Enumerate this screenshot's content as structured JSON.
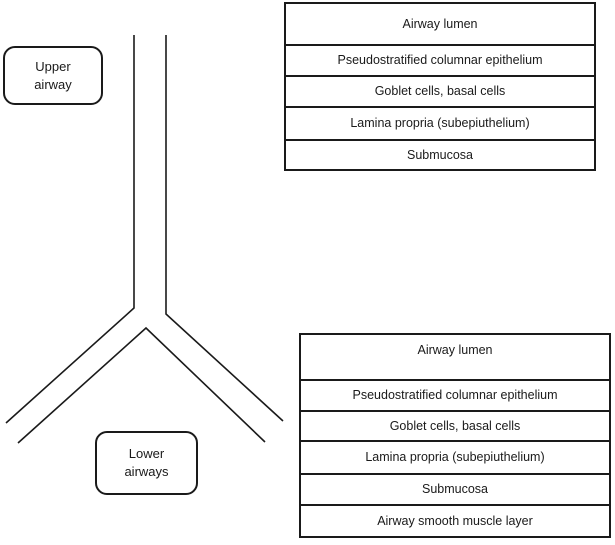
{
  "figure": {
    "colors": {
      "line": "#1a1a1a",
      "background": "#ffffff"
    },
    "upper_airway_box": {
      "line1": "Upper",
      "line2": "airway"
    },
    "lower_airways_box": {
      "line1": "Lower",
      "line2": "airways"
    },
    "upper_table": {
      "rows": [
        "Airway lumen",
        "Pseudostratified columnar epithelium",
        "Goblet cells, basal cells",
        "Lamina propria (subepiuthelium)",
        "Submucosa"
      ]
    },
    "lower_table": {
      "rows": [
        "Airway lumen",
        "Pseudostratified columnar epithelium",
        "Goblet cells, basal cells",
        "Lamina propria (subepiuthelium)",
        "Submucosa",
        "Airway smooth muscle layer"
      ]
    }
  }
}
